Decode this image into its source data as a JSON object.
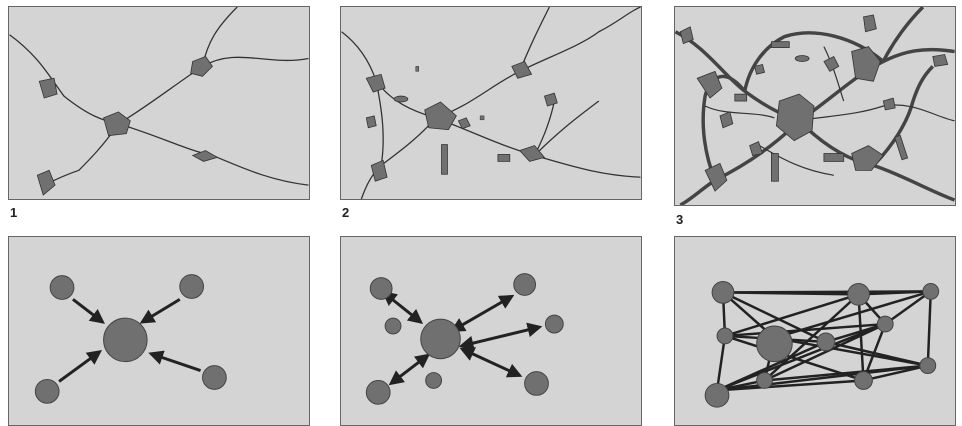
{
  "figure": {
    "stage_labels": [
      "1",
      "2",
      "3"
    ],
    "colors": {
      "background": "#d4d4d4",
      "node": "#707070",
      "line": "#333333",
      "thick_line": "#444444"
    },
    "panels": [
      {
        "row": "top",
        "stage": "1",
        "description_icon": "map-sparse-roads"
      },
      {
        "row": "top",
        "stage": "2",
        "description_icon": "map-growing-network"
      },
      {
        "row": "top",
        "stage": "3",
        "description_icon": "map-dense-network"
      },
      {
        "row": "bottom",
        "stage": "1",
        "description_icon": "hub-inflow-arrows"
      },
      {
        "row": "bottom",
        "stage": "2",
        "description_icon": "hub-two-way-arrows"
      },
      {
        "row": "bottom",
        "stage": "3",
        "description_icon": "full-mesh-network"
      }
    ]
  }
}
